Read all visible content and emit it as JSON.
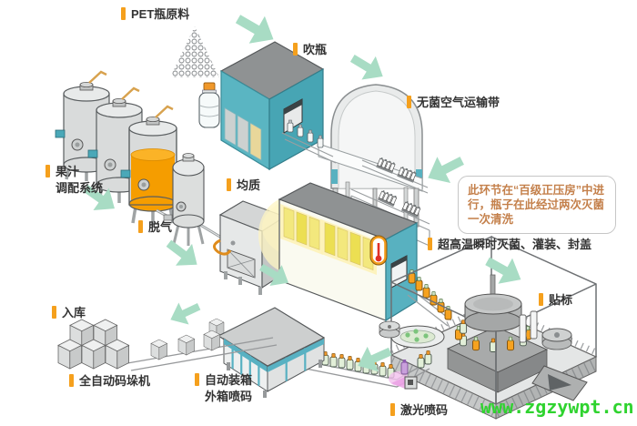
{
  "diagram": {
    "title_none": "",
    "labels": [
      {
        "id": "pet-material",
        "text": "PET瓶原料"
      },
      {
        "id": "blow-molding",
        "text": "吹瓶"
      },
      {
        "id": "sterile-air-conveyor",
        "text": "无菌空气运输带"
      },
      {
        "id": "juice-blending-system",
        "text": "果汁\n调配系统"
      },
      {
        "id": "degassing",
        "text": "脱气"
      },
      {
        "id": "homogenizing",
        "text": "均质"
      },
      {
        "id": "uht-fill-cap",
        "text": "超高温瞬时灭菌、灌装、封盖"
      },
      {
        "id": "labeling",
        "text": "贴标"
      },
      {
        "id": "warehousing",
        "text": "入库"
      },
      {
        "id": "auto-palletizer",
        "text": "全自动码垛机"
      },
      {
        "id": "auto-boxing-coding",
        "text": "自动装箱\n外箱喷码"
      },
      {
        "id": "laser-coding",
        "text": "激光喷码"
      }
    ],
    "callout": {
      "text": "此环节在“百级正压房”中进行，瓶子在此经过两次灭菌一次清洗"
    },
    "watermark": {
      "text": "www.zgzywpt.cn"
    },
    "colors": {
      "label_marker": "#f5a01d",
      "label_text": "#333333",
      "callout_text": "#c4804b",
      "arrow_green": "#a8dcc4",
      "machine_teal": "#58b1c0",
      "machine_gray": "#8f9293",
      "juice_orange": "#f59d00",
      "window_glow": "#fdf2b8",
      "watermark_green": "#2fd32f"
    }
  }
}
